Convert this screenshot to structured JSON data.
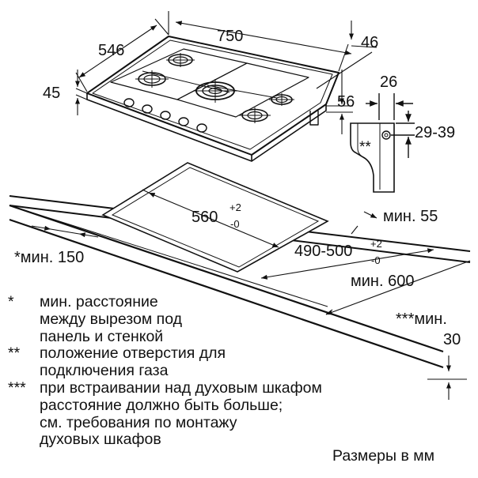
{
  "dimensions": {
    "width_750": "750",
    "depth_546": "546",
    "height_45": "45",
    "right_46": "46",
    "right_56": "56",
    "gas_26": "26",
    "gas_29_39": "29-39",
    "gas_marker": "**",
    "cutout_width_main": "560",
    "cutout_width_tol_top": "+2",
    "cutout_width_tol_bottom": "-0",
    "cutout_depth_main": "490-500",
    "cutout_depth_tol_top": "+2",
    "cutout_depth_tol_bottom": "-0",
    "min_55": "мин. 55",
    "min_150": "*мин. 150",
    "min_600": "мин. 600",
    "min_30_line1": "***мин.",
    "min_30_line2": "30"
  },
  "notes": [
    {
      "mark": "*",
      "lines": [
        "мин. расстояние",
        "между вырезом под",
        "панель и стенкой"
      ]
    },
    {
      "mark": "**",
      "lines": [
        "положение отверстия для",
        "подключения газа"
      ]
    },
    {
      "mark": "***",
      "lines": [
        "при встраивании над духовым шкафом",
        "расстояние должно быть больше;",
        "см. требования по монтажу",
        "духовых шкафов"
      ]
    }
  ],
  "units_label": "Размеры в мм"
}
